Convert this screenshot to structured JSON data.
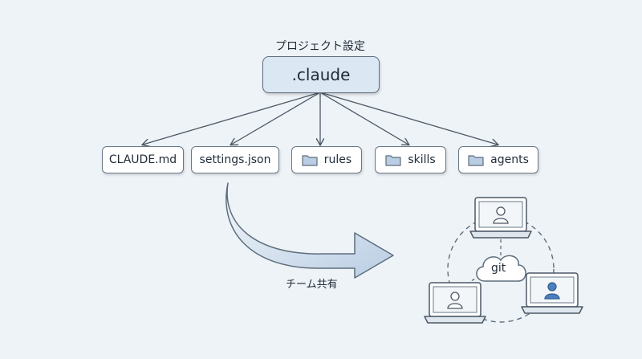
{
  "root": {
    "caption": "プロジェクト設定",
    "label": ".claude"
  },
  "children": [
    {
      "label": "CLAUDE.md",
      "icon": null
    },
    {
      "label": "settings.json",
      "icon": null
    },
    {
      "label": "rules",
      "icon": "folder-icon"
    },
    {
      "label": "skills",
      "icon": "folder-icon"
    },
    {
      "label": "agents",
      "icon": "folder-icon"
    }
  ],
  "share": {
    "label": "チーム共有"
  },
  "network": {
    "center_label": "git",
    "members": [
      "laptop-user",
      "laptop-user",
      "laptop-user"
    ]
  },
  "colors": {
    "background": "#eef3f7",
    "root_fill": "#dbe7f3",
    "arrow_fill": "#c9d9ea",
    "stroke": "#5d6d7c",
    "accent_user": "#4a7fc1"
  }
}
